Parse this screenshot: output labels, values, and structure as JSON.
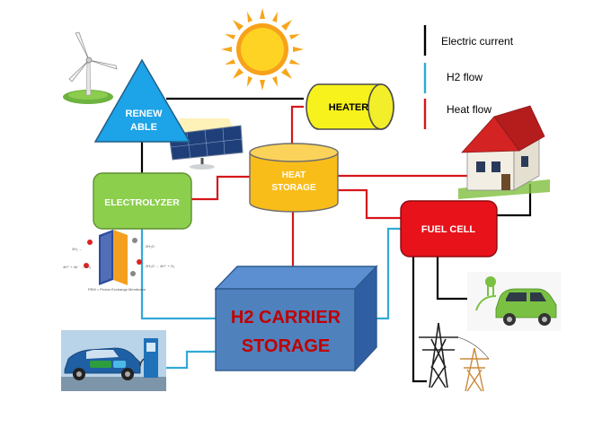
{
  "legend": {
    "electric": {
      "label": "Electric current",
      "color": "#000000"
    },
    "h2": {
      "label": "H2 flow",
      "color": "#31a9d8"
    },
    "heat": {
      "label": "Heat flow",
      "color": "#d6161b"
    }
  },
  "nodes": {
    "renewable": {
      "line1": "RENEW",
      "line2": "ABLE",
      "color": "#1ca3e8"
    },
    "heater": {
      "label": "HEATER",
      "color": "#f7f21c"
    },
    "heat_storage": {
      "line1": "HEAT",
      "line2": "STORAGE",
      "color": "#f9bd1a"
    },
    "electrolyzer": {
      "label": "ELECTROLYZER",
      "color": "#8ccf4d"
    },
    "fuel_cell": {
      "label": "FUEL CELL",
      "color": "#e8121b"
    },
    "h2_storage": {
      "line1": "H2 CARRIER",
      "line2": "STORAGE",
      "color": "#4f81bd",
      "text_color": "#c00000"
    }
  },
  "pictures": {
    "sun": "sun-icon",
    "wind_turbine": "wind-turbine-icon",
    "solar_panel": "solar-panel-icon",
    "house": "house-icon",
    "pem_cell": "pem-electrolysis-cell-icon",
    "electric_car": "electric-car-icon",
    "power_pylons": "power-pylon-icon",
    "fcev_station": "hydrogen-car-refueling-icon"
  }
}
